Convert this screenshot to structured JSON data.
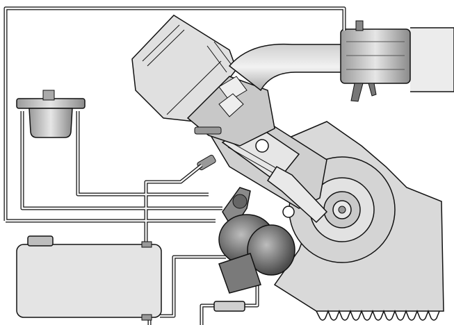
{
  "diagram": {
    "subject": "",
    "components": [
      {
        "id": "fuel-tank",
        "icon": "fuel-tank-icon"
      },
      {
        "id": "fuel-filter",
        "icon": "fuel-filter-icon"
      },
      {
        "id": "fuel-pump",
        "icon": "fuel-pump-icon"
      },
      {
        "id": "pressure-regulator",
        "icon": "pressure-regulator-icon"
      },
      {
        "id": "fuel-injector",
        "icon": "fuel-injector-icon"
      },
      {
        "id": "air-filter",
        "icon": "air-filter-icon"
      },
      {
        "id": "intake-manifold",
        "icon": "intake-pipe-icon"
      },
      {
        "id": "throttle-body",
        "icon": "throttle-body-icon"
      },
      {
        "id": "cylinder-piston",
        "icon": "piston-icon"
      },
      {
        "id": "crankshaft",
        "icon": "crankshaft-icon"
      },
      {
        "id": "oil-pan",
        "icon": "oil-pan-icon"
      },
      {
        "id": "sensor-box",
        "icon": "sensor-icon"
      }
    ],
    "colors": {
      "background": "#ffffff",
      "fill_light": "#d9d9d9",
      "fill_mid": "#b3b3b3",
      "fill_dark": "#6e6e6e",
      "stroke": "#111111"
    }
  }
}
